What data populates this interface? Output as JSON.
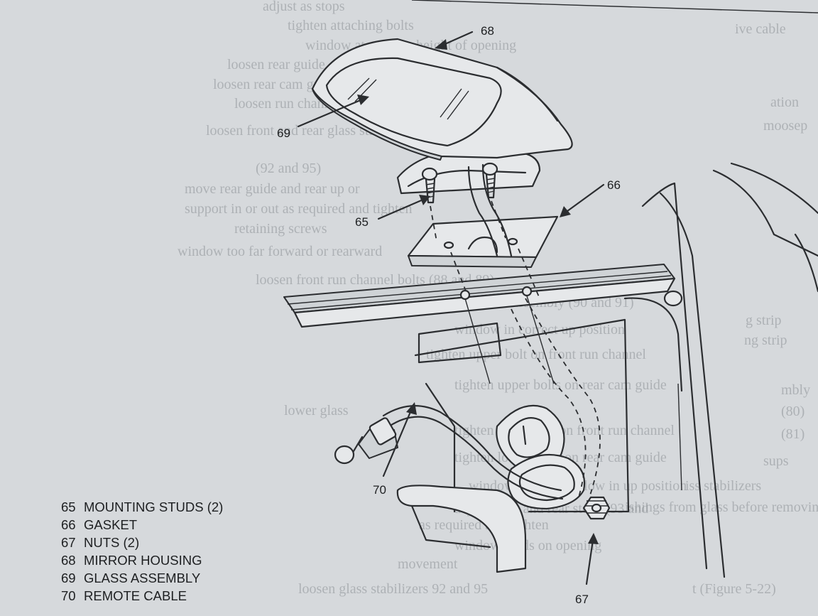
{
  "background_text": {
    "lines": [
      "adjust as stops",
      "tighten attaching bolts",
      "window at average height of opening",
      "loosen rear guide cam nuts",
      "loosen rear cam guide retaining bolts",
      "loosen run channel bolts",
      "loosen front and rear glass stabilizers",
      "(92 and 95)",
      "move rear guide and rear up or",
      "support in or out as required and tighten",
      "retaining screws",
      "window too far forward or rearward",
      "loosen front run channel bolts (88 and 89)",
      "loosen rear cam guide assembly (90 and 91)",
      "window in correct up position",
      "tighten upper bolt on front run channel",
      "tighten upper bolts on rear cam guide",
      "lower glass",
      "tighten lower bolt on front run channel",
      "tighten lower bolts on rear cam guide",
      "window too high or low in up position",
      "adjust front and rear stops (93 and",
      "as required and tighten",
      "window binds on opening",
      "movement",
      "loosen glass stabilizers 92 and 95"
    ],
    "right_fragments": [
      "ive cable",
      "ation",
      "moosep",
      "g strip",
      "ng strip",
      "mbly",
      "(80)",
      "(81)",
      "sups",
      "iss stabilizers",
      "ishings from glass before removing",
      "t (Figure 5-22)"
    ]
  },
  "callouts": [
    {
      "id": "68",
      "text": "68"
    },
    {
      "id": "69",
      "text": "69"
    },
    {
      "id": "66",
      "text": "66"
    },
    {
      "id": "65",
      "text": "65"
    },
    {
      "id": "70",
      "text": "70"
    },
    {
      "id": "67",
      "text": "67"
    }
  ],
  "legend": [
    {
      "num": "65",
      "label": "MOUNTING STUDS (2)"
    },
    {
      "num": "66",
      "label": "GASKET"
    },
    {
      "num": "67",
      "label": "NUTS (2)"
    },
    {
      "num": "68",
      "label": "MIRROR HOUSING"
    },
    {
      "num": "69",
      "label": "GLASS ASSEMBLY"
    },
    {
      "num": "70",
      "label": "REMOTE CABLE"
    }
  ]
}
